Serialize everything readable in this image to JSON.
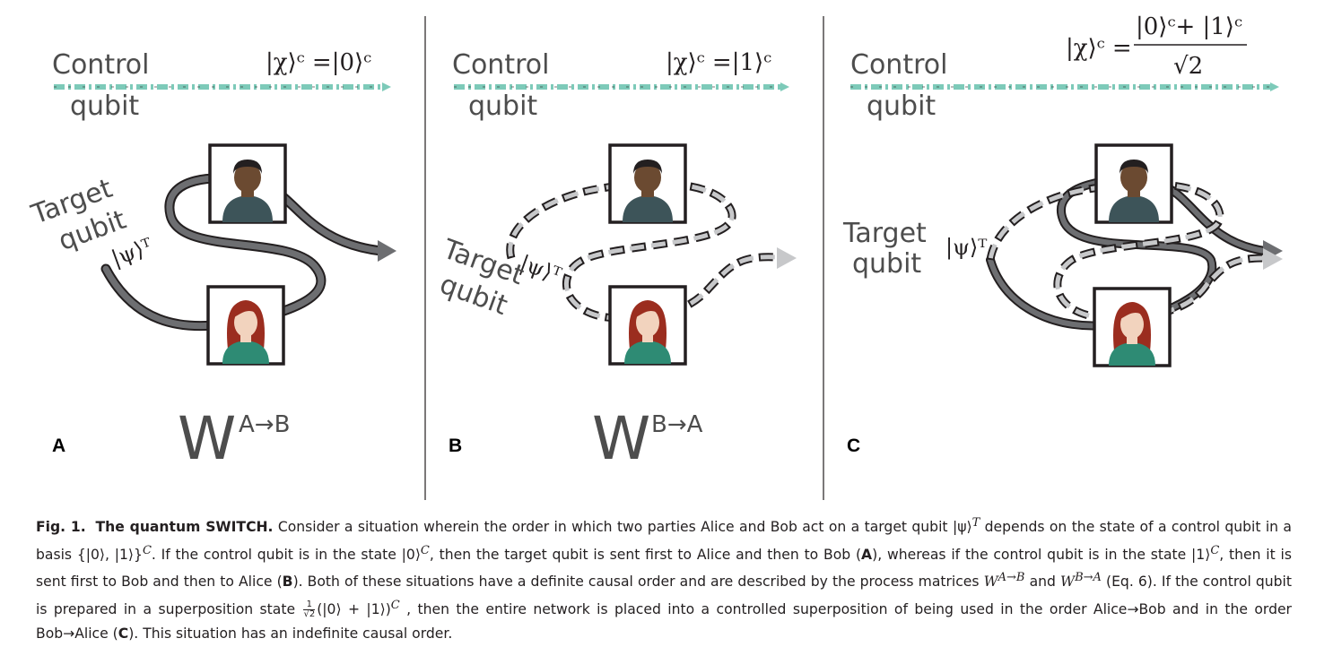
{
  "panels": [
    {
      "letter": "A",
      "control_label_1": "Control",
      "control_label_2": "qubit",
      "state_label": "|χ⟩ᶜ =|0⟩ᶜ",
      "target_label_1": "Target",
      "target_label_2": "qubit",
      "psi_label": "|ψ⟩ᵀ",
      "process_base": "W",
      "process_sup": "A→B"
    },
    {
      "letter": "B",
      "control_label_1": "Control",
      "control_label_2": "qubit",
      "state_label": "|χ⟩ᶜ =|1⟩ᶜ",
      "target_label_1": "Target",
      "target_label_2": "qubit",
      "psi_label": "|ψ⟩ᵀ",
      "process_base": "W",
      "process_sup": "B→A"
    },
    {
      "letter": "C",
      "control_label_1": "Control",
      "control_label_2": "qubit",
      "state_prefix": "|χ⟩ᶜ =",
      "state_numerator": "|0⟩ᶜ+ |1⟩ᶜ",
      "state_denominator": "√2",
      "target_label_1": "Target",
      "target_label_2": "qubit",
      "psi_label": "|ψ⟩ᵀ"
    }
  ],
  "colors": {
    "control_arrow": "#7dcab9",
    "path_dark": "#231f20",
    "path_gray": "#6d6e71",
    "path_light": "#c7c8ca",
    "bob_skin": "#6b4a31",
    "bob_hair": "#231f20",
    "bob_shirt": "#3d5459",
    "alice_skin": "#f2d3be",
    "alice_hair": "#9b2d1f",
    "alice_shirt": "#2e8b74"
  },
  "caption": {
    "fig_label": "Fig. 1.",
    "title": "The quantum SWITCH.",
    "s1": "Consider a situation wherein the order in which two parties Alice and Bob act on a target qubit",
    "psiT": "|ψ⟩",
    "supT": "T",
    "s2": "depends on the state of a control qubit in a basis {|0⟩, |1⟩}",
    "supC1": "C",
    "s3": ". If the control qubit is in the state |0⟩",
    "supC2": "C",
    "s4": ", then the target qubit is sent first to Alice and then to Bob (",
    "refA": "A",
    "s5": "), whereas if the control qubit is in the state |1⟩",
    "supC3": "C",
    "s6": ", then it is sent first to Bob and then to Alice (",
    "refB": "B",
    "s7": "). Both of these situations have a definite causal order and are described by the process matrices",
    "W1": "W",
    "W1sup": "A→B",
    "and": "and",
    "W2": "W",
    "W2sup": "B→A",
    "s8": "(Eq. 6). If the control qubit is prepared in a superposition state",
    "frac_num": "1",
    "frac_den": "√2",
    "s9": "(|0⟩ + |1⟩)",
    "supC4": "C",
    "s10": ", then the entire network is placed into a controlled superposition of being used in the order Alice→Bob and in the order Bob→Alice (",
    "refC": "C",
    "s11": "). This situation has an indefinite causal order."
  }
}
